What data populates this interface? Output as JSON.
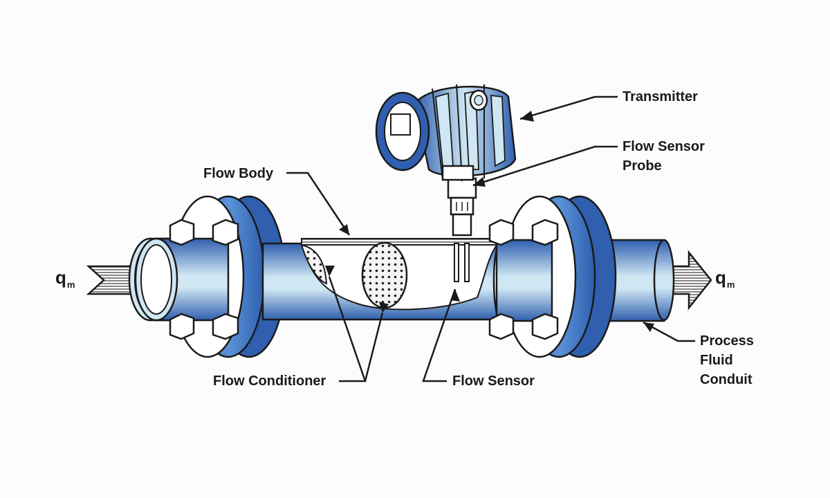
{
  "labels": {
    "transmitter": "Transmitter",
    "flow_sensor_probe_1": "Flow Sensor",
    "flow_sensor_probe_2": "Probe",
    "flow_body": "Flow Body",
    "flow_conditioner": "Flow Conditioner",
    "flow_sensor": "Flow Sensor",
    "process_1": "Process",
    "process_2": "Fluid",
    "process_3": "Conduit",
    "q_main": "q",
    "q_sub": "m"
  },
  "colors": {
    "blue_dark": "#2f5fae",
    "blue_mid": "#4a82d0",
    "blue_light": "#cfe6f3",
    "outline": "#1a1a1a",
    "background": "#fcfcfc"
  }
}
